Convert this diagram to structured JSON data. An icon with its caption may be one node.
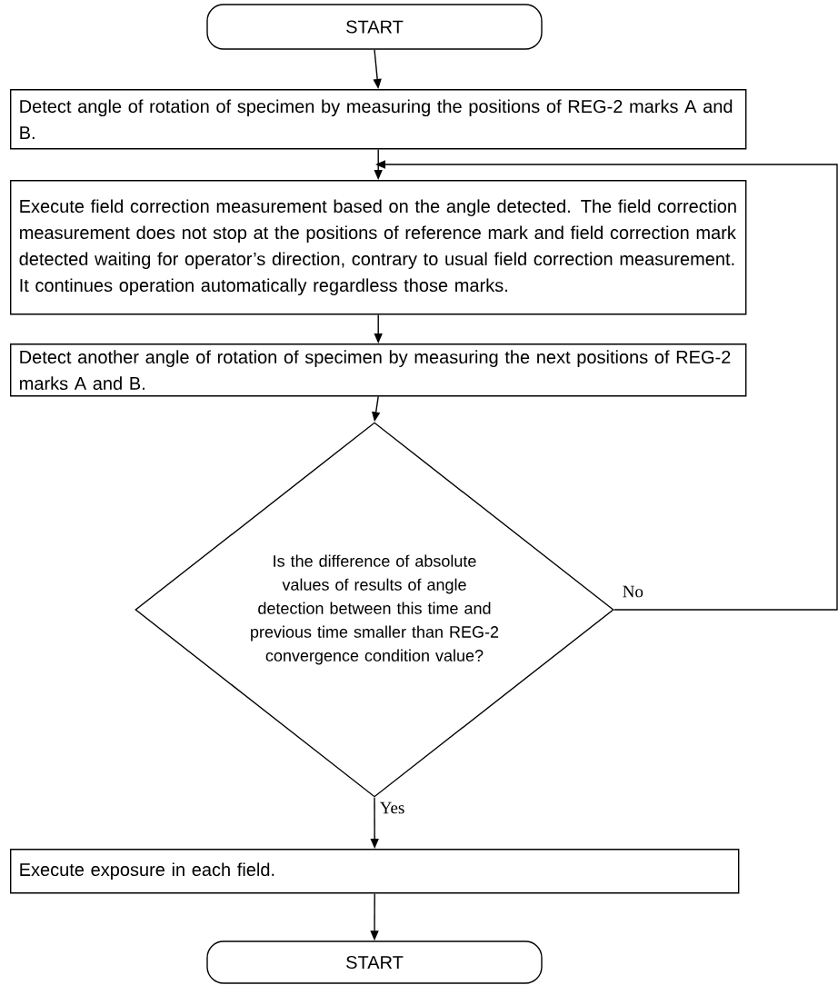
{
  "diagram": {
    "nodes": [
      {
        "text": [
          "START"
        ]
      },
      {
        "text": [
          "Detect angle of rotation of specimen by measuring the positions of REG-2 marks A and B."
        ]
      },
      {
        "text": [
          "Execute field correction measurement based on the angle detected. The field correction measurement does not stop at the positions of reference mark and field correction mark detected waiting for operator’s direction, contrary to usual field correction measurement. It continues operation automatically regardless those marks."
        ]
      },
      {
        "text": [
          "Detect another angle of rotation of specimen by measuring the next positions of REG-2 marks A and B."
        ]
      },
      {
        "text": [
          "Is the difference of absolute values of results of angle detection between this time and previous time smaller than REG-2 convergence condition value?"
        ]
      },
      {
        "text": [
          "Execute exposure in each field."
        ]
      },
      {
        "text": [
          "START"
        ]
      }
    ],
    "edges": [
      {
        "from": 0,
        "to": 1,
        "arrow": "to"
      },
      {
        "from": 1,
        "to": 2,
        "arrow": "to"
      },
      {
        "from": 2,
        "to": 3,
        "arrow": "to"
      },
      {
        "from": 3,
        "to": 4,
        "arrow": "to"
      },
      {
        "from": 4,
        "to": 2,
        "arrow": "to",
        "label": "No"
      },
      {
        "from": 4,
        "to": 5,
        "arrow": "to",
        "label": "Yes"
      },
      {
        "from": 5,
        "to": 6,
        "arrow": "to"
      }
    ]
  }
}
